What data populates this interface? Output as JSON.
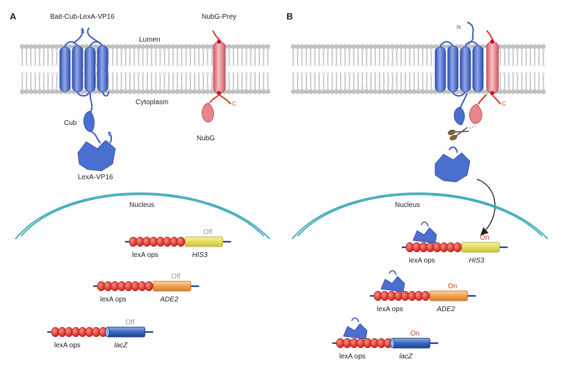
{
  "panels": {
    "a": {
      "letter": "A",
      "bait_label": "Bait-Cub-LexA-VP16",
      "prey_label": "NubG-Prey",
      "lumen_label": "Lumen",
      "cytoplasm_label": "Cytoplasm",
      "n_term": "N",
      "c_term_bait": "C",
      "c_term_prey": "C",
      "cub_label": "Cub",
      "lexa_label": "LexA-VP16",
      "nubg_label": "NubG",
      "nucleus_label": "Nucleus",
      "reporters": [
        {
          "ops_label": "lexA ops",
          "gene": "HIS3",
          "state": "Off"
        },
        {
          "ops_label": "lexA ops",
          "gene": "ADE2",
          "state": "Off"
        },
        {
          "ops_label": "lexA ops",
          "gene": "lacZ",
          "state": "Off"
        }
      ]
    },
    "b": {
      "letter": "B",
      "n_term": "N",
      "c_term": "C",
      "nucleus_label": "Nucleus",
      "reporters": [
        {
          "ops_label": "lexA ops",
          "gene": "HIS3",
          "state": "On"
        },
        {
          "ops_label": "lexA ops",
          "gene": "ADE2",
          "state": "On"
        },
        {
          "ops_label": "lexA ops",
          "gene": "lacZ",
          "state": "On"
        }
      ]
    }
  },
  "colors": {
    "bait_blue": "#4a6fd0",
    "prey_red": "#e8868c",
    "lipid_gray": "#b5b5b5",
    "operator_red": "#e02a22",
    "his3_yellow": "#e6e26a",
    "ade2_orange": "#f0a050",
    "lacz_blue": "#2f5fb0",
    "off_gray": "#9a9a9a",
    "on_red": "#c8442e",
    "nucleus_teal": "#3aa8b8"
  }
}
